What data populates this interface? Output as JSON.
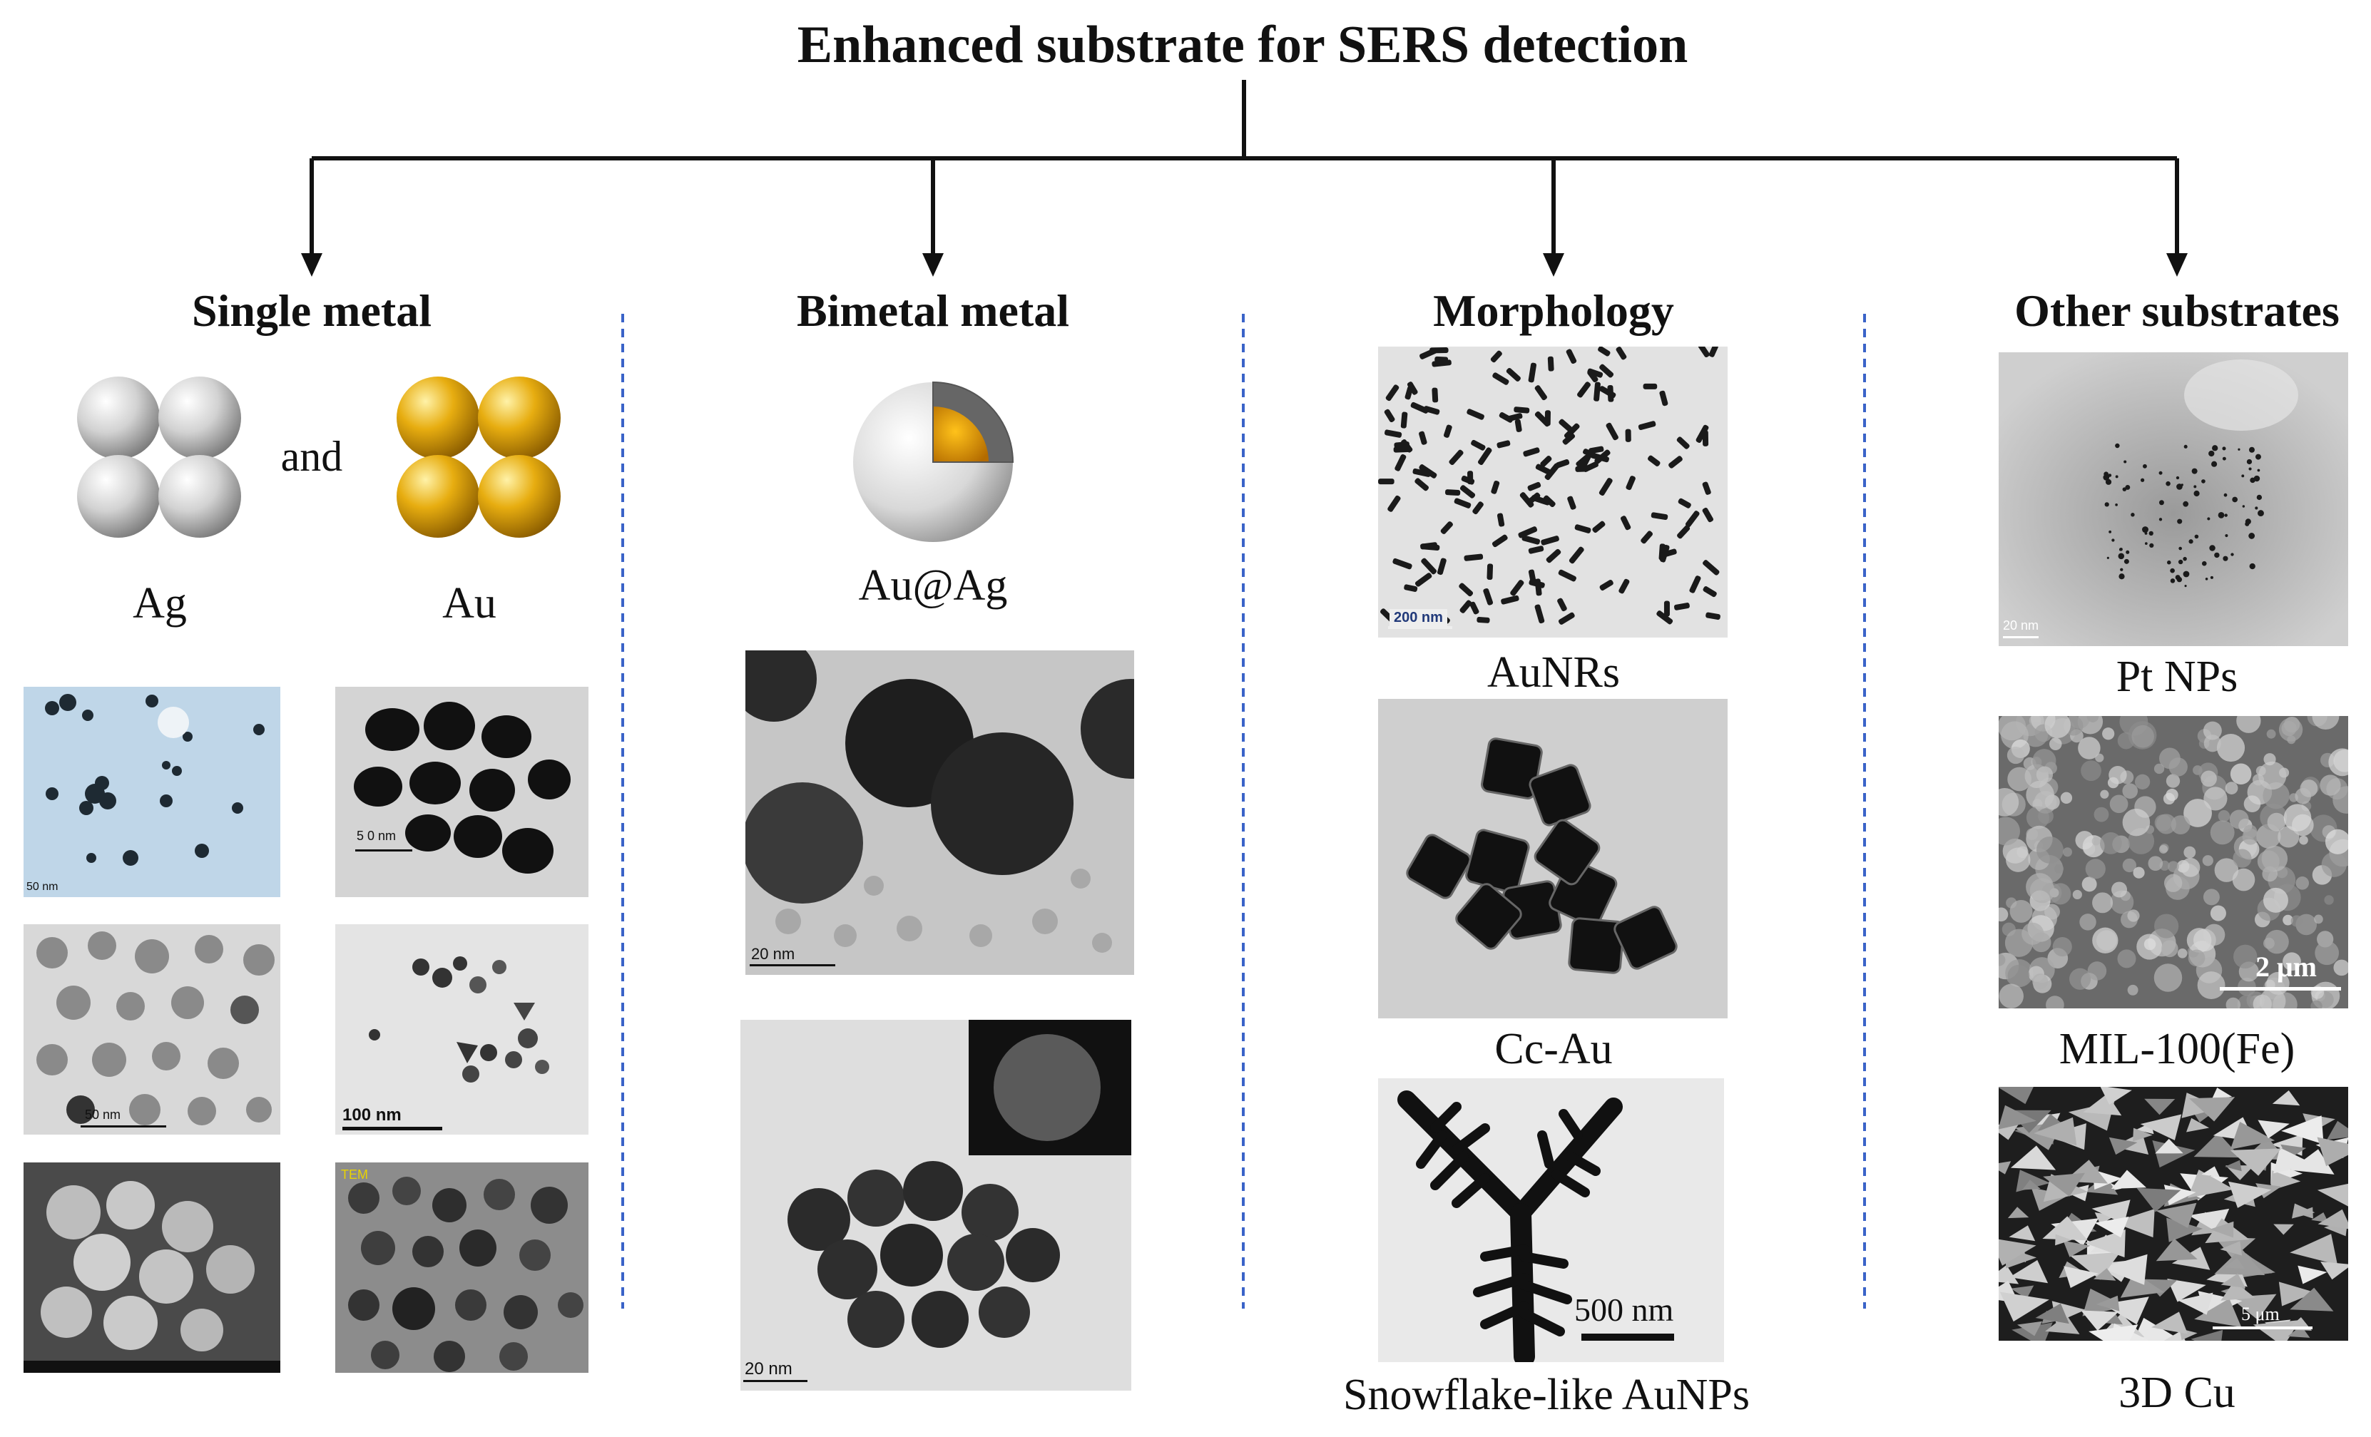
{
  "title": "Enhanced substrate for SERS detection",
  "branches": [
    {
      "heading": "Single metal",
      "spheres_connector": "and",
      "sphere_labels": [
        "Ag",
        "Au"
      ],
      "micrographs": [
        {
          "scale_text": "50 nm"
        },
        {
          "scale_text": "5 0 nm"
        },
        {
          "scale_text": "50 nm"
        },
        {
          "scale_text": "100 nm"
        },
        {
          "scale_text": ""
        },
        {
          "scale_text": "TEM"
        }
      ]
    },
    {
      "heading": "Bimetal metal",
      "structure_label": "Au@Ag",
      "micrographs": [
        {
          "scale_text": "20 nm"
        },
        {
          "scale_text": "20 nm"
        }
      ]
    },
    {
      "heading": "Morphology",
      "items": [
        {
          "label": "AuNRs",
          "scale_text": "200 nm"
        },
        {
          "label": "Cc-Au",
          "scale_text": ""
        },
        {
          "label": "Snowflake-like AuNPs",
          "scale_text": "500 nm"
        }
      ]
    },
    {
      "heading": "Other substrates",
      "items": [
        {
          "label": "Pt NPs",
          "scale_text": "20 nm"
        },
        {
          "label": "MIL-100(Fe)",
          "scale_text": "2 μm"
        },
        {
          "label": "3D Cu",
          "scale_text": "5 μm"
        }
      ]
    }
  ],
  "colors": {
    "silver": "#c8c8c8",
    "gold": "#e0a400",
    "divider": "#3a63c8",
    "line": "#111111"
  }
}
